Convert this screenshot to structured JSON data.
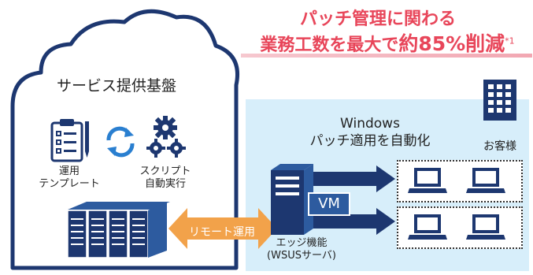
{
  "headline": {
    "line1": "パッチ管理に関わる",
    "line2_prefix": "業務工数を最大で",
    "line2_emphasis": "約85%削減",
    "line2_note": "*1"
  },
  "cloud": {
    "title": "サービス提供基盤",
    "template_label_1": "運用",
    "template_label_2": "テンプレート",
    "script_label_1": "スクリプト",
    "script_label_2": "自動実行"
  },
  "customer": {
    "windows_line_1": "Windows",
    "windows_line_2": "パッチ適用を自動化",
    "customer_label": "お客様",
    "vm_label": "VM",
    "edge_label_1": "エッジ機能",
    "edge_label_2": "(WSUSサーバ)"
  },
  "remote_label": "リモート運用",
  "colors": {
    "headline": "#e8465a",
    "navy": "#1d3770",
    "blue": "#2d5b9f",
    "panel": "#d7eefa",
    "orange": "#f2a24a"
  }
}
